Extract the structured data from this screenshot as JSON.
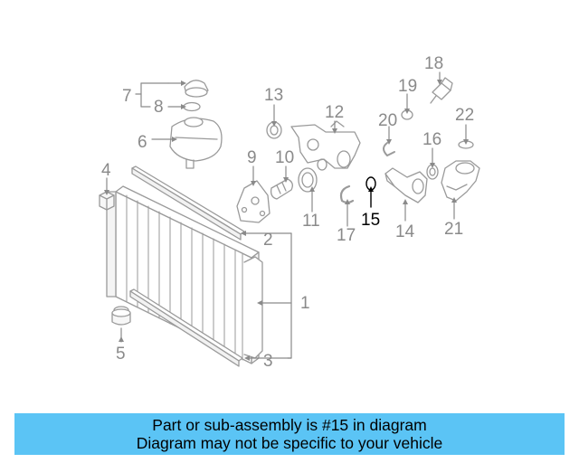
{
  "diagram": {
    "callouts": [
      {
        "id": "part-1",
        "number": "1"
      },
      {
        "id": "part-2",
        "number": "2"
      },
      {
        "id": "part-3",
        "number": "3"
      },
      {
        "id": "part-4",
        "number": "4"
      },
      {
        "id": "part-5",
        "number": "5"
      },
      {
        "id": "part-6",
        "number": "6"
      },
      {
        "id": "part-7",
        "number": "7"
      },
      {
        "id": "part-8",
        "number": "8"
      },
      {
        "id": "part-9",
        "number": "9"
      },
      {
        "id": "part-10",
        "number": "10"
      },
      {
        "id": "part-11",
        "number": "11"
      },
      {
        "id": "part-12",
        "number": "12"
      },
      {
        "id": "part-13",
        "number": "13"
      },
      {
        "id": "part-14",
        "number": "14"
      },
      {
        "id": "part-15",
        "number": "15",
        "highlighted": true
      },
      {
        "id": "part-16",
        "number": "16"
      },
      {
        "id": "part-17",
        "number": "17"
      },
      {
        "id": "part-18",
        "number": "18"
      },
      {
        "id": "part-19",
        "number": "19"
      },
      {
        "id": "part-20",
        "number": "20"
      },
      {
        "id": "part-21",
        "number": "21"
      },
      {
        "id": "part-22",
        "number": "22"
      }
    ]
  },
  "banner": {
    "line1": "Part or sub-assembly is #15 in diagram",
    "line2": "Diagram may not be specific to your vehicle"
  },
  "colors": {
    "banner_bg": "#5bc4f5",
    "part_line": "#9a9a9a",
    "callout_text": "#8a8a8a",
    "highlight_text": "#000000"
  }
}
